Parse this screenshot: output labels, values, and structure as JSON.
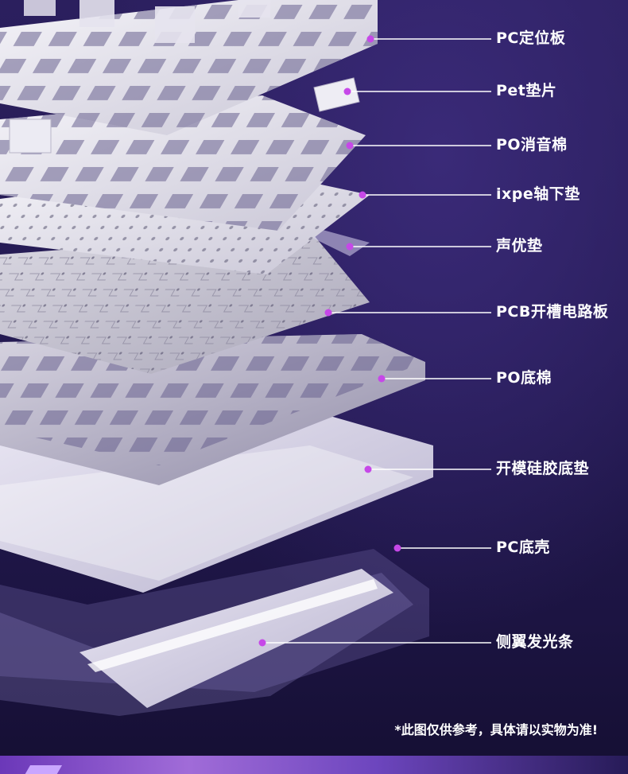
{
  "callouts": [
    {
      "label": "PC定位板"
    },
    {
      "label": "Pet垫片"
    },
    {
      "label": "PO消音棉"
    },
    {
      "label": "ixpe轴下垫"
    },
    {
      "label": "声优垫"
    },
    {
      "label": "PCB开槽电路板"
    },
    {
      "label": "PO底棉"
    },
    {
      "label": "开模硅胶底垫"
    },
    {
      "label": "PC底壳"
    },
    {
      "label": "侧翼发光条"
    }
  ],
  "disclaimer": "*此图仅供参考，具体请以实物为准!",
  "colors": {
    "background": "#241a52",
    "marker": "#c648e8",
    "leader_line": "#ffffff",
    "text": "#ffffff",
    "accent_glow": "#b97cf5"
  }
}
